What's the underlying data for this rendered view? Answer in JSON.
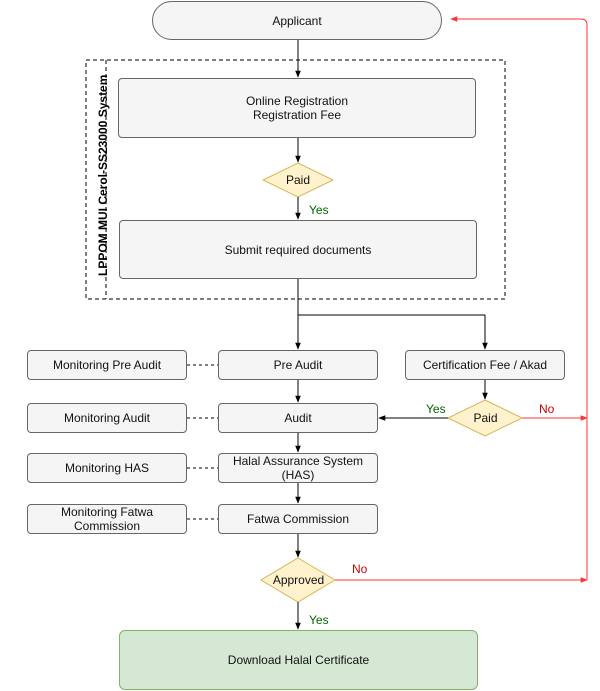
{
  "diagram": {
    "system_title": "LPPOM MUI Cerol-SS23000 System",
    "applicant": "Applicant",
    "online_registration": "Online Registration\nRegistration Fee",
    "paid_1": "Paid",
    "submit_docs": "Submit required documents",
    "pre_audit": "Pre Audit",
    "audit": "Audit",
    "has": "Halal Assurance System\n(HAS)",
    "fatwa": "Fatwa Commission",
    "approved": "Approved",
    "download_cert": "Download Halal Certificate",
    "cert_fee": "Certification Fee / Akad",
    "paid_2": "Paid",
    "monitoring_pre_audit": "Monitoring Pre Audit",
    "monitoring_audit": "Monitoring Audit",
    "monitoring_has": "Monitoring HAS",
    "monitoring_fatwa": "Monitoring Fatwa\nCommission",
    "yes_paid_1": "Yes",
    "yes_paid_2": "Yes",
    "no_paid_2": "No",
    "no_approved": "No",
    "yes_approved": "Yes"
  },
  "colors": {
    "node_fill": "#f5f5f5",
    "node_border": "#666666",
    "decision_fill": "#fff2cc",
    "decision_border": "#d6b656",
    "certificate_fill": "#d5e8d4",
    "certificate_border": "#82b366",
    "yes_label": "#006600",
    "no_path": "#ff3333"
  }
}
